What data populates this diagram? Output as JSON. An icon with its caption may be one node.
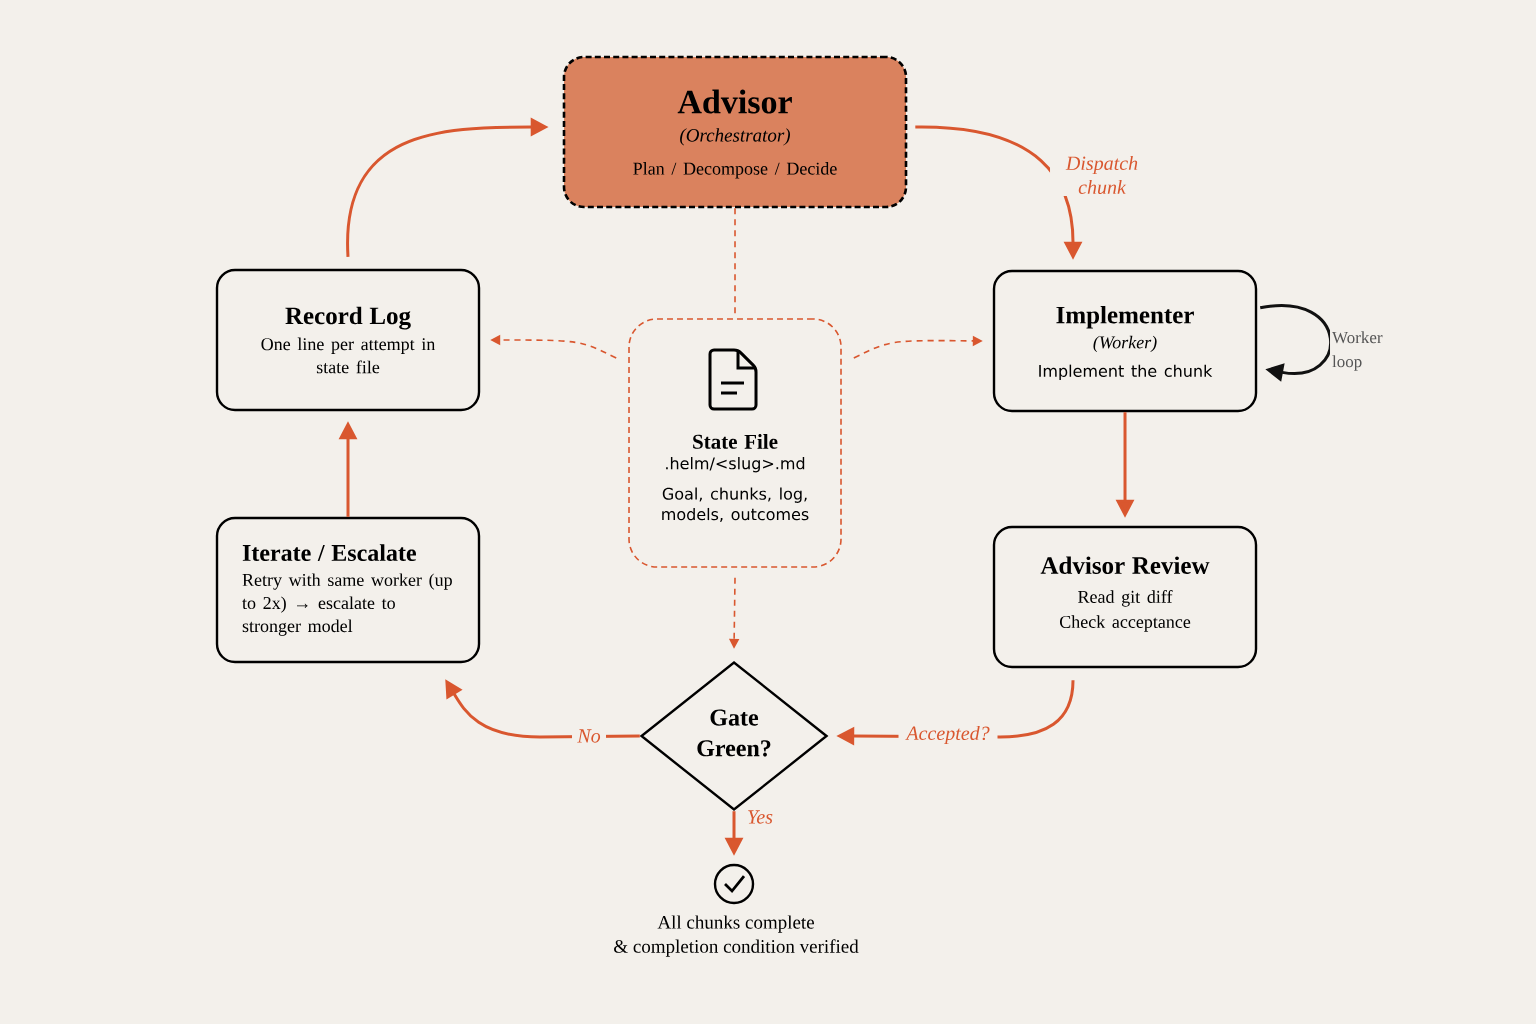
{
  "diagram": {
    "nodes": [
      {
        "text": [
          "Advisor",
          "(Orchestrator)",
          "Plan / Decompose / Decide"
        ]
      },
      {
        "text": [
          "Record Log",
          "One line per attempt in state file"
        ]
      },
      {
        "text": [
          "State File",
          ".helm/<slug>.md",
          "Goal, chunks, log, models, outcomes"
        ]
      },
      {
        "text": [
          "Implementer",
          "(Worker)",
          "Implement the chunk"
        ]
      },
      {
        "text": [
          "Iterate / Escalate",
          "Retry with same worker (up to 2x) → escalate to stronger model"
        ]
      },
      {
        "text": [
          "Advisor Review",
          "Read git diff",
          "Check acceptance"
        ]
      },
      {
        "text": [
          "Gate Green?"
        ]
      },
      {
        "text": [],
        "shape": "circle",
        "beside": [
          "All chunks complete",
          "& completion condition verified"
        ]
      }
    ],
    "edges": [
      {
        "from": 0,
        "to": 3,
        "arrow": "to",
        "label": "Dispatch chunk"
      },
      {
        "from": 3,
        "to": 3,
        "arrow": "to",
        "label": "Worker loop",
        "color": "#111111"
      },
      {
        "from": 3,
        "to": 5,
        "arrow": "to"
      },
      {
        "from": 5,
        "to": 6,
        "arrow": "to",
        "label": "Accepted?"
      },
      {
        "from": 6,
        "to": 4,
        "arrow": "to",
        "label": "No"
      },
      {
        "from": 4,
        "to": 1,
        "arrow": "to"
      },
      {
        "from": 1,
        "to": 0,
        "arrow": "to"
      },
      {
        "from": 6,
        "to": 7,
        "arrow": "to",
        "label": "Yes"
      },
      {
        "from": 0,
        "to": 2,
        "arrow": "none",
        "style": "dashed"
      },
      {
        "from": 2,
        "to": 1,
        "arrow": "to",
        "style": "dashed"
      },
      {
        "from": 2,
        "to": 3,
        "arrow": "to",
        "style": "dashed"
      },
      {
        "from": 2,
        "to": 6,
        "arrow": "to",
        "style": "dashed"
      }
    ]
  }
}
